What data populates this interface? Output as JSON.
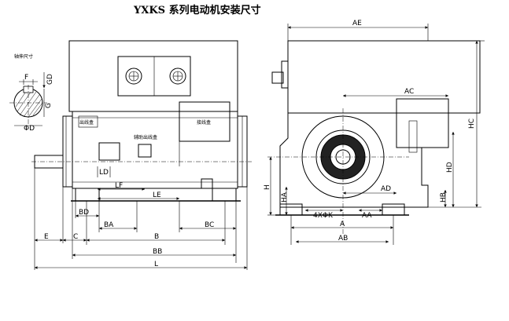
{
  "title": "YXKS 系列电动机安装尺寸",
  "left_view": {
    "dims": {
      "E": "E",
      "C": "C",
      "B": "B",
      "BB": "BB",
      "L": "L",
      "BD": "BD",
      "BA": "BA",
      "BC": "BC",
      "LF": "LF",
      "LE": "LE",
      "LD": "LD"
    },
    "labels": {
      "shaft_end": "轴伸尺寸",
      "outlet_box": "出线盒",
      "aux_box": "辅助出线盒",
      "terminal_box": "接线盒"
    },
    "shaft_dims": {
      "F": "F",
      "GD": "GD",
      "G": "G",
      "D": "ΦD"
    }
  },
  "right_view": {
    "dims": {
      "AE": "AE",
      "AC": "AC",
      "AD": "AD",
      "A": "A",
      "AB": "AB",
      "AA": "AA",
      "K": "4XΦK",
      "H": "H",
      "HA": "HA",
      "HC": "HC",
      "HD": "HD",
      "HB": "HB"
    }
  }
}
